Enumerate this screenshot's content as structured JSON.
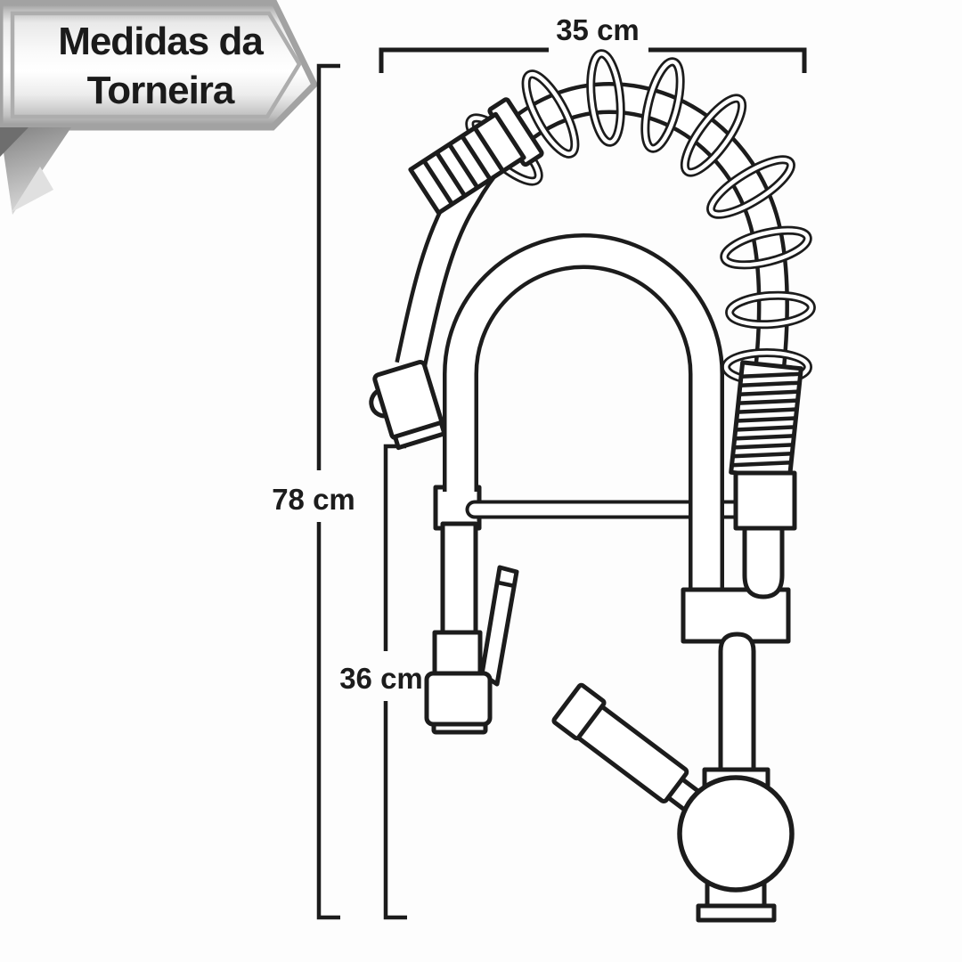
{
  "banner": {
    "line1": "Medidas da",
    "line2": "Torneira",
    "text_color": "#1b1b1b",
    "face_colors": [
      "#989898",
      "#ffffff",
      "#989898"
    ],
    "outline_color": "#adadad"
  },
  "dimensions": {
    "top_width": {
      "label": "35 cm"
    },
    "total_height": {
      "label": "78 cm"
    },
    "spout_height": {
      "label": "36 cm"
    }
  },
  "drawing": {
    "description": "line drawing of pull-down kitchen faucet with spring-coil hose",
    "stroke_color": "#1c1c1c",
    "fill_color": "#ffffff"
  }
}
